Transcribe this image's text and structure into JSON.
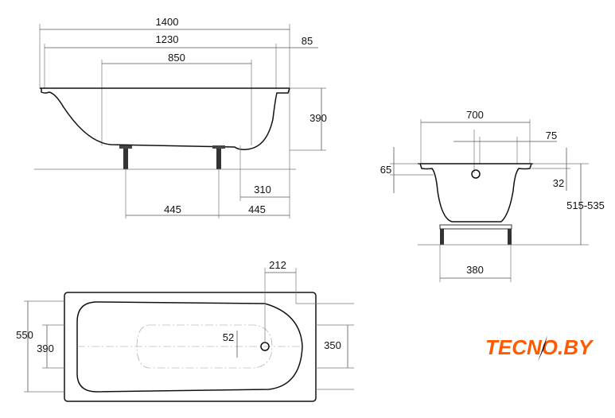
{
  "side_view": {
    "length_total": "1400",
    "length_inner": "1230",
    "length_bottom": "850",
    "rim_offset": "85",
    "depth": "390",
    "drain_offset": "310",
    "foot_spacing": "445",
    "foot_end_offset": "445"
  },
  "end_view": {
    "width_total": "700",
    "overflow_offset": "75",
    "rim_height": "65",
    "rim_drop": "32",
    "height_range": "515-535",
    "stand_width": "380"
  },
  "top_view": {
    "overflow_distance": "212",
    "width_total": "550",
    "inner_width": "390",
    "end_width": "350",
    "drain_offset": "52"
  },
  "logo": {
    "text": "TECNO.BY",
    "color": "#ff5a00"
  }
}
